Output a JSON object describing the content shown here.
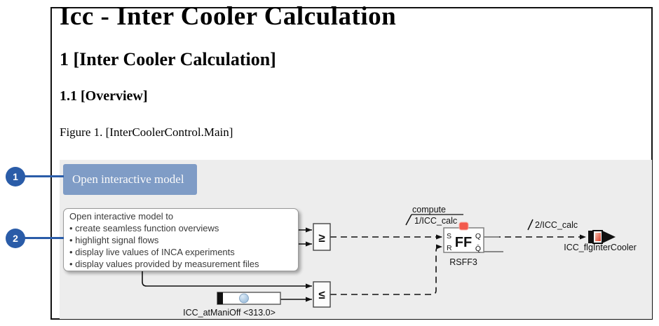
{
  "document": {
    "title": "Icc - Inter Cooler Calculation",
    "section_heading": "1 [Inter Cooler Calculation]",
    "subsection_heading": "1.1 [Overview]",
    "figure_caption": "Figure 1. [InterCoolerControl.Main]"
  },
  "callouts": [
    {
      "number": "1"
    },
    {
      "number": "2"
    }
  ],
  "interactive_button": {
    "label": "Open interactive model"
  },
  "tooltip": {
    "lines": [
      "Open interactive model to",
      "• create seamless function overviews",
      "• highlight signal flows",
      "• display live values of INCA experiments",
      "• display values provided by measurement files"
    ]
  },
  "diagram": {
    "comparator_top": {
      "glyph": "≥"
    },
    "comparator_bottom": {
      "glyph": "≤"
    },
    "flipflop": {
      "text": "FF",
      "name": "RSFF3",
      "pin_set": "S",
      "pin_reset": "R",
      "pin_q": "Q",
      "pin_qbar": "Q̄"
    },
    "sequence_call_compute": {
      "method": "compute",
      "call": "1/ICC_calc"
    },
    "sequence_call_output": {
      "call": "2/ICC_calc"
    },
    "input_signal_label": "ICC_atManiOff <313.0>",
    "output_signal_label": "ICC_flgInterCooler"
  },
  "colors": {
    "callout_blue": "#2A5CA8",
    "button_blue": "#7F9CC6",
    "panel_grey": "#EDEDED",
    "ff_blue": "#2222CC",
    "comparator_purple": "#5457A5",
    "indicator_red": "#F2594C"
  }
}
